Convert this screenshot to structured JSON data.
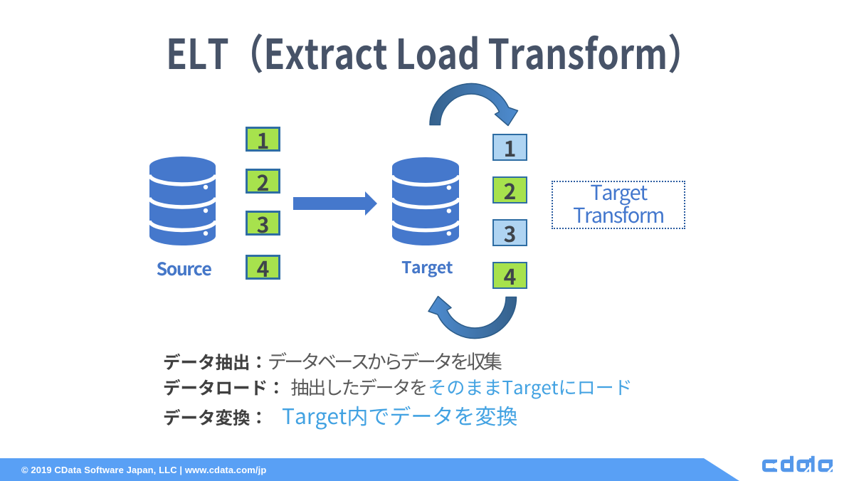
{
  "title": "ELT（Extract Load Transform）",
  "diagram": {
    "source": {
      "label": "Source"
    },
    "target": {
      "label": "Target"
    },
    "source_rows": [
      "1",
      "2",
      "3",
      "4"
    ],
    "target_rows": [
      "1",
      "2",
      "3",
      "4"
    ],
    "transform_box": {
      "line1": "Target",
      "line2": "Transform"
    }
  },
  "notes": {
    "lines": [
      {
        "label": "データ抽出：",
        "text": "データベースからデータを収集"
      },
      {
        "label": "データロード：",
        "text": "抽出したデータを",
        "highlight": "そのままTargetにロード"
      },
      {
        "label": "データ変換：",
        "highlight": "Target内でデータを変換"
      }
    ]
  },
  "footer": {
    "copyright": "© 2019 CData Software Japan, LLC |  www.cdata.com/jp",
    "logo": "cdata"
  },
  "colors": {
    "title_text": "#475368",
    "database_blue": "#4578CC",
    "label_blue": "#4577C8",
    "box_green": "#A7E24D",
    "box_light_blue": "#AFD4F2",
    "box_border": "#2E6DA3",
    "loop_arrow_dark": "#35618C",
    "loop_arrow_light": "#4E8CD0",
    "note_highlight_blue": "#42A2E2",
    "note_text": "#595959",
    "footer_bar": "#59A0F5",
    "logo_blue": "#5598EA"
  }
}
